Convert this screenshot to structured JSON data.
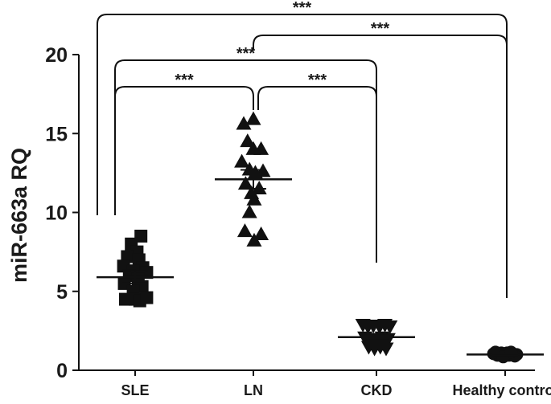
{
  "chart_data": {
    "type": "scatter",
    "title": "",
    "xlabel": "",
    "ylabel": "miR-663a RQ",
    "ylim": [
      0,
      20
    ],
    "yticks": [
      0,
      5,
      10,
      15,
      20
    ],
    "grid": false,
    "legend": "none",
    "categories": [
      "SLE",
      "LN",
      "CKD",
      "Healthy control"
    ],
    "series": [
      {
        "category": "SLE",
        "marker": "square",
        "mean": 5.9,
        "sem": [
          5.5,
          6.3
        ],
        "values": [
          {
            "x": 0.15,
            "y": 8.5
          },
          {
            "x": -0.1,
            "y": 8.0
          },
          {
            "x": 0.05,
            "y": 7.5
          },
          {
            "x": -0.2,
            "y": 7.2
          },
          {
            "x": 0.1,
            "y": 7.0
          },
          {
            "x": -0.3,
            "y": 6.6
          },
          {
            "x": 0.2,
            "y": 6.5
          },
          {
            "x": -0.05,
            "y": 6.3
          },
          {
            "x": 0.3,
            "y": 6.2
          },
          {
            "x": -0.15,
            "y": 6.0
          },
          {
            "x": 0.08,
            "y": 5.8
          },
          {
            "x": -0.28,
            "y": 5.5
          },
          {
            "x": 0.18,
            "y": 5.3
          },
          {
            "x": -0.05,
            "y": 5.0
          },
          {
            "x": -0.25,
            "y": 4.5
          },
          {
            "x": 0.0,
            "y": 4.5
          },
          {
            "x": 0.12,
            "y": 4.4
          },
          {
            "x": 0.3,
            "y": 4.6
          }
        ]
      },
      {
        "category": "LN",
        "marker": "triangle-up",
        "mean": 12.1,
        "sem": [
          11.5,
          12.7
        ],
        "values": [
          {
            "x": 0.0,
            "y": 15.9
          },
          {
            "x": -0.25,
            "y": 15.6
          },
          {
            "x": -0.15,
            "y": 14.5
          },
          {
            "x": 0.0,
            "y": 14.0
          },
          {
            "x": 0.2,
            "y": 14.0
          },
          {
            "x": -0.3,
            "y": 13.2
          },
          {
            "x": -0.1,
            "y": 12.7
          },
          {
            "x": 0.25,
            "y": 12.6
          },
          {
            "x": 0.05,
            "y": 12.5
          },
          {
            "x": -0.2,
            "y": 11.8
          },
          {
            "x": 0.15,
            "y": 11.5
          },
          {
            "x": -0.05,
            "y": 11.2
          },
          {
            "x": 0.02,
            "y": 10.8
          },
          {
            "x": -0.1,
            "y": 10.0
          },
          {
            "x": -0.22,
            "y": 8.8
          },
          {
            "x": 0.2,
            "y": 8.6
          },
          {
            "x": 0.02,
            "y": 8.2
          }
        ]
      },
      {
        "category": "CKD",
        "marker": "triangle-down",
        "mean": 2.1,
        "sem": [
          1.9,
          2.3
        ],
        "values": [
          {
            "x": -0.35,
            "y": 2.9
          },
          {
            "x": -0.22,
            "y": 2.8
          },
          {
            "x": -0.08,
            "y": 2.85
          },
          {
            "x": 0.08,
            "y": 2.8
          },
          {
            "x": 0.22,
            "y": 2.9
          },
          {
            "x": 0.35,
            "y": 2.8
          },
          {
            "x": -0.3,
            "y": 2.1
          },
          {
            "x": -0.15,
            "y": 2.0
          },
          {
            "x": 0.0,
            "y": 2.0
          },
          {
            "x": 0.15,
            "y": 2.1
          },
          {
            "x": 0.3,
            "y": 2.0
          },
          {
            "x": -0.2,
            "y": 1.5
          },
          {
            "x": -0.05,
            "y": 1.4
          },
          {
            "x": 0.1,
            "y": 1.5
          },
          {
            "x": 0.25,
            "y": 1.4
          }
        ]
      },
      {
        "category": "Healthy control",
        "marker": "circle",
        "mean": 1.0,
        "sem": [
          0.95,
          1.05
        ],
        "values": [
          {
            "x": -0.3,
            "y": 1.05
          },
          {
            "x": -0.2,
            "y": 0.95
          },
          {
            "x": -0.1,
            "y": 1.1
          },
          {
            "x": 0.0,
            "y": 1.0
          },
          {
            "x": 0.1,
            "y": 0.95
          },
          {
            "x": 0.2,
            "y": 1.05
          },
          {
            "x": 0.3,
            "y": 1.0
          },
          {
            "x": -0.25,
            "y": 1.15
          },
          {
            "x": 0.05,
            "y": 1.1
          },
          {
            "x": 0.25,
            "y": 0.9
          },
          {
            "x": -0.05,
            "y": 0.85
          },
          {
            "x": 0.15,
            "y": 1.15
          }
        ]
      }
    ],
    "significance": [
      {
        "from": "SLE",
        "to": "Healthy control",
        "label": "***"
      },
      {
        "from": "LN",
        "to": "Healthy control",
        "label": "***"
      },
      {
        "from": "SLE",
        "to": "CKD",
        "label": "***"
      },
      {
        "from": "SLE",
        "to": "LN",
        "label": "***"
      },
      {
        "from": "LN",
        "to": "CKD",
        "label": "***"
      }
    ]
  }
}
